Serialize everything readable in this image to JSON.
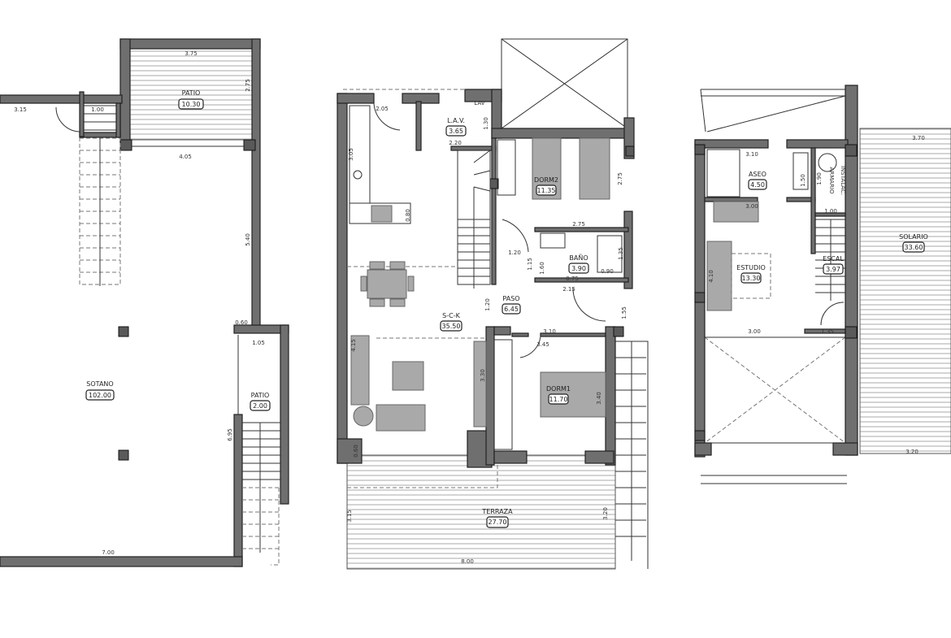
{
  "basement": {
    "rooms": [
      {
        "name": "PATIO",
        "area": "10.30"
      },
      {
        "name": "SOTANO",
        "area": "102.00"
      },
      {
        "name": "PATIO",
        "area": "2.00"
      }
    ],
    "dims": [
      "3.75",
      "2.75",
      "3.15",
      "1.00",
      "4.05",
      "5.40",
      "0.60",
      "1.05",
      "6.95",
      "7.00"
    ]
  },
  "ground": {
    "rooms": [
      {
        "name": "L.A.V.",
        "area": "3.65"
      },
      {
        "name": "DORM2",
        "area": "11.35"
      },
      {
        "name": "BAÑO",
        "area": "3.90"
      },
      {
        "name": "PASO",
        "area": "6.45"
      },
      {
        "name": "S-C-K",
        "area": "35.50"
      },
      {
        "name": "DORM1",
        "area": "11.70"
      },
      {
        "name": "TERRAZA",
        "area": "27.70"
      }
    ],
    "lav_label": "LAV",
    "dims": [
      "2.05",
      "3.05",
      "2.20",
      "1.30",
      "2.75",
      "0.80",
      "2.75",
      "1.20",
      "1.15",
      "1.60",
      "1.35",
      "0.75",
      "0.90",
      "2.15",
      "1.20",
      "1.55",
      "3.10",
      "3.45",
      "4.15",
      "3.30",
      "3.40",
      "0.60",
      "3.15",
      "3.20",
      "8.00"
    ]
  },
  "upper": {
    "rooms": [
      {
        "name": "ASEO",
        "area": "4.50"
      },
      {
        "name": "ESTUDIO",
        "area": "13.30"
      },
      {
        "name": "ESCAL",
        "area": "3.97"
      },
      {
        "name": "SOLARIO",
        "area": "33.60"
      }
    ],
    "armario_line1": "ARMARIO",
    "armario_line2": "INSTALAC.",
    "dims": [
      "3.10",
      "3.70",
      "1.50",
      "1.90",
      "3.00",
      "1.00",
      "4.10",
      "3.00",
      "1.35",
      "3.20"
    ]
  }
}
